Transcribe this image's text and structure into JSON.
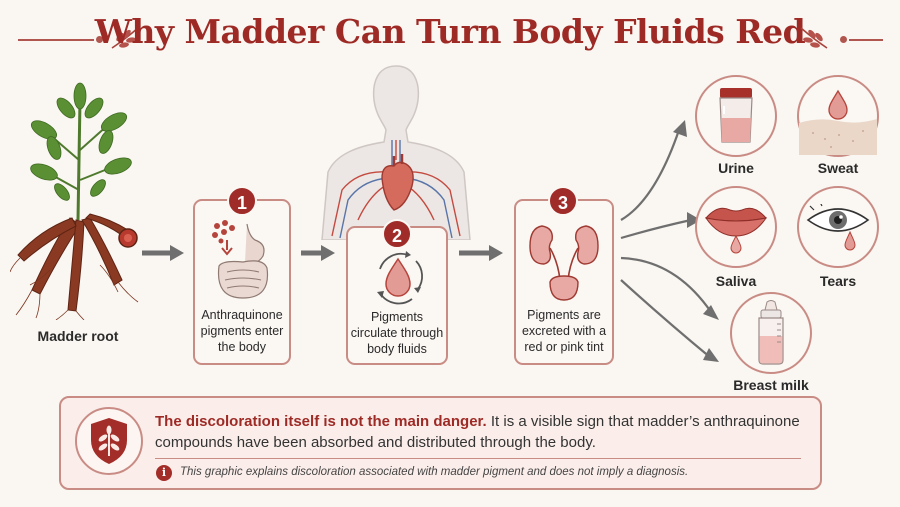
{
  "title": "Why Madder Can Turn Body Fluids Red",
  "madder_root": {
    "label": "Madder root"
  },
  "steps": [
    {
      "number": "1",
      "text_lines": [
        "Anthraquinone",
        "pigments enter",
        "the body"
      ]
    },
    {
      "number": "2",
      "text_lines": [
        "Pigments",
        "circulate through",
        "body fluids"
      ]
    },
    {
      "number": "3",
      "text_lines": [
        "Pigments are",
        "excreted with a",
        "red or pink tint"
      ]
    }
  ],
  "fluids": [
    {
      "label": "Urine",
      "icon": "urine-cup-icon"
    },
    {
      "label": "Sweat",
      "icon": "sweat-drop-icon"
    },
    {
      "label": "Saliva",
      "icon": "lips-drop-icon"
    },
    {
      "label": "Tears",
      "icon": "eye-tear-icon"
    },
    {
      "label": "Breast milk",
      "icon": "baby-bottle-icon"
    }
  ],
  "info": {
    "lead": "The discoloration itself is not the main danger.",
    "body": " It is a visible sign that madder’s anthraquinone compounds have been absorbed and distributed through the body.",
    "note": "This graphic explains discoloration associated with madder pigment and does not imply a diagnosis.",
    "icon": "shield-plant-icon",
    "note_icon": "info-icon"
  },
  "colors": {
    "accent": "#9e2a26",
    "border": "#c98c85",
    "pink_fluid": "#e8a9a4",
    "arrow": "#6f6f6f"
  }
}
